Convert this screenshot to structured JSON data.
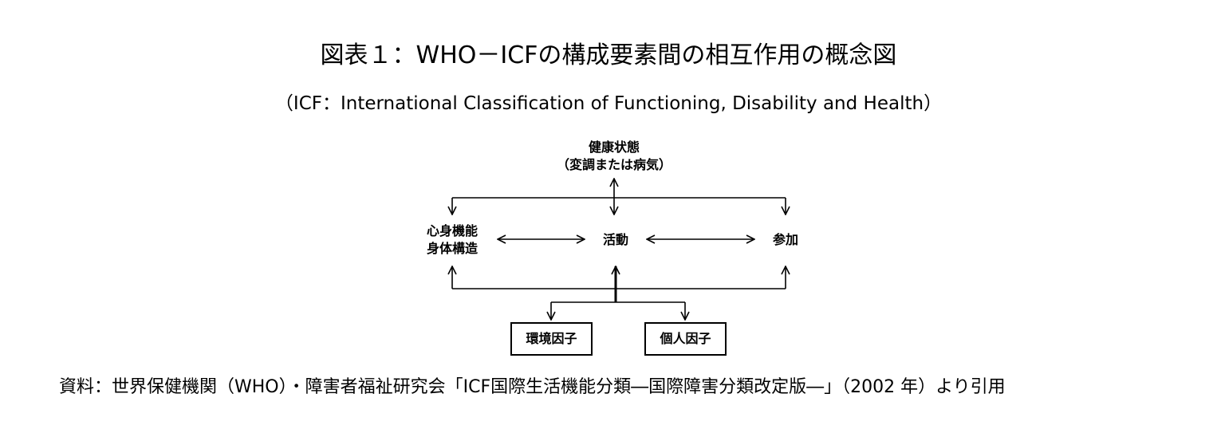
{
  "title": "図表１：WHO－ICFの構成要素間の相互作用の概念図",
  "subtitle": "（ICF：International Classification of Functioning, Disability and Health）",
  "nodes": {
    "health": {
      "line1": "健康状態",
      "line2": "（変調または病気）"
    },
    "body": {
      "line1": "心身機能",
      "line2": "身体構造"
    },
    "activity": {
      "label": "活動"
    },
    "participation": {
      "label": "参加"
    },
    "environment": {
      "label": "環境因子"
    },
    "personal": {
      "label": "個人因子"
    }
  },
  "source": "資料：世界保健機関（WHO）・障害者福祉研究会「ICF国際生活機能分類―国際障害分類改定版―」（2002 年）より引用"
}
